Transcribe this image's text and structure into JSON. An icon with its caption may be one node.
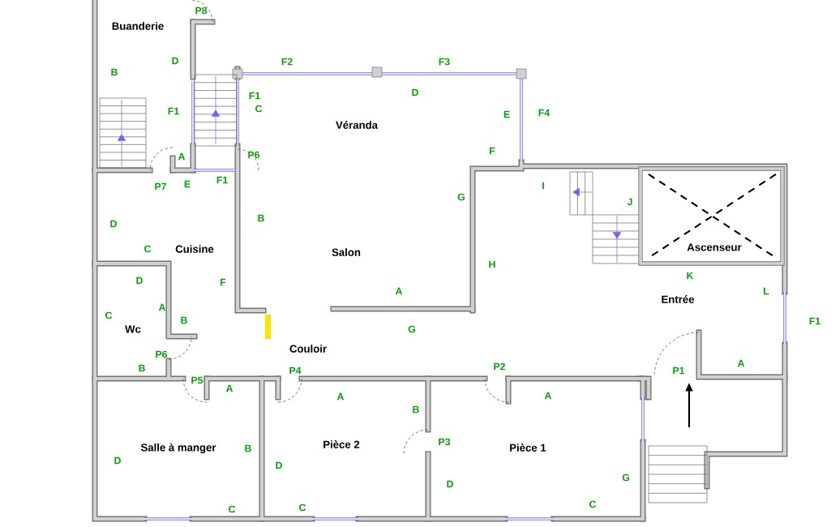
{
  "diagram": {
    "labels": [
      "P8",
      "Buanderie",
      "D",
      "F2",
      "F3",
      "B",
      "F1",
      "D",
      "F1",
      "C",
      "E",
      "F4",
      "Véranda",
      "F",
      "A",
      "P6",
      "P7",
      "E",
      "F1",
      "I",
      "G",
      "J",
      "D",
      "B",
      "C",
      "Cuisine",
      "Salon",
      "Ascenseur",
      "H",
      "K",
      "D",
      "F",
      "A",
      "Entrée",
      "L",
      "A",
      "C",
      "B",
      "Wc",
      "F1",
      "G",
      "Couloir",
      "P6",
      "A",
      "B",
      "P4",
      "P2",
      "P1",
      "P5",
      "A",
      "A",
      "A",
      "B",
      "P3",
      "Salle à manger",
      "B",
      "Pièce 2",
      "Pièce 1",
      "D",
      "D",
      "G",
      "D",
      "C",
      "C",
      "C"
    ]
  }
}
